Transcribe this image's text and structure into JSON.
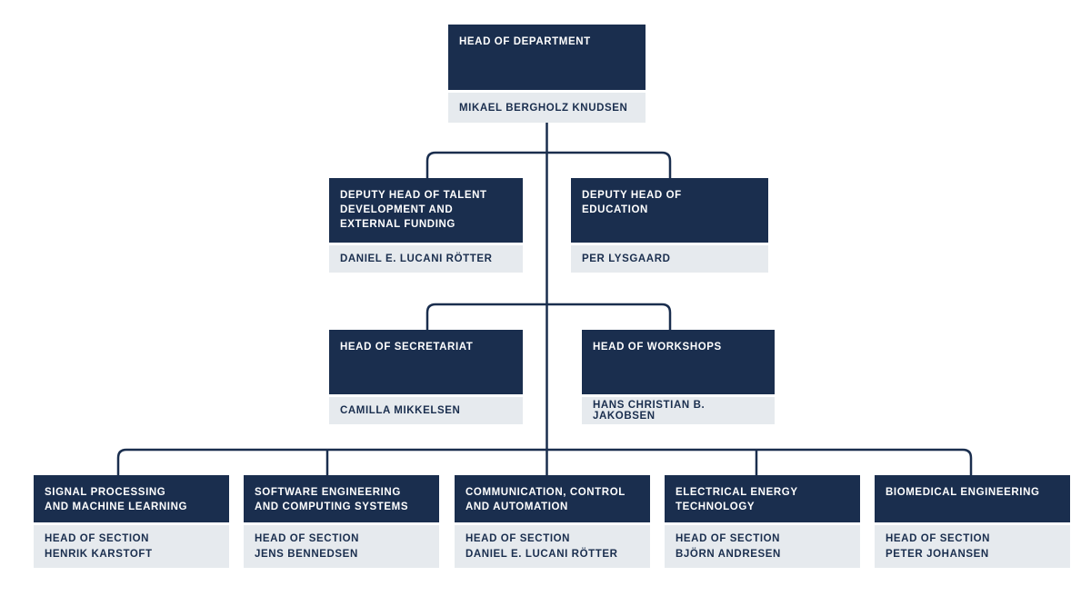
{
  "org": {
    "head": {
      "title": "HEAD OF DEPARTMENT",
      "person": "MIKAEL BERGHOLZ KNUDSEN"
    },
    "deputy_talent": {
      "title": "DEPUTY HEAD OF TALENT\nDEVELOPMENT AND\nEXTERNAL FUNDING",
      "person": "DANIEL E. LUCANI RÖTTER"
    },
    "deputy_education": {
      "title": "DEPUTY HEAD OF\nEDUCATION",
      "person": "PER LYSGAARD"
    },
    "secretariat": {
      "title": "HEAD OF SECRETARIAT",
      "person": "CAMILLA MIKKELSEN"
    },
    "workshops": {
      "title": "HEAD OF WORKSHOPS",
      "person": "HANS CHRISTIAN B. JAKOBSEN"
    },
    "sections": [
      {
        "title": "SIGNAL PROCESSING\nAND MACHINE LEARNING",
        "role": "HEAD OF SECTION",
        "person": "HENRIK KARSTOFT"
      },
      {
        "title": "SOFTWARE ENGINEERING\nAND COMPUTING SYSTEMS",
        "role": "HEAD OF SECTION",
        "person": "JENS BENNEDSEN"
      },
      {
        "title": "COMMUNICATION, CONTROL\nAND AUTOMATION",
        "role": "HEAD OF SECTION",
        "person": "DANIEL E. LUCANI RÖTTER"
      },
      {
        "title": "ELECTRICAL ENERGY\nTECHNOLOGY",
        "role": "HEAD OF SECTION",
        "person": "BJÖRN ANDRESEN"
      },
      {
        "title": "BIOMEDICAL ENGINEERING",
        "role": "HEAD OF SECTION",
        "person": "PETER JOHANSEN"
      }
    ],
    "colors": {
      "navy": "#1a2e4e",
      "panel": "#e6eaee",
      "background": "#ffffff"
    }
  }
}
